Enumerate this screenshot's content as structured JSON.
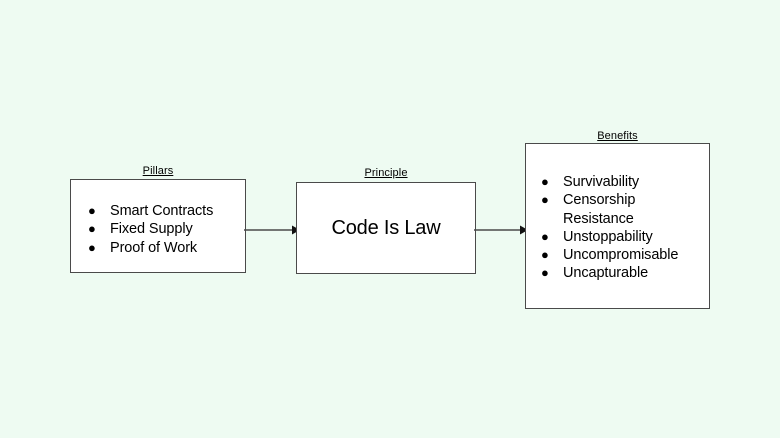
{
  "canvas": {
    "background_color": "#eefbf2",
    "box_fill_color": "#ffffff",
    "box_border_color": "#4a4a4a",
    "text_color": "#000000",
    "arrow_color": "#4a4a4a"
  },
  "nodes": {
    "pillars": {
      "label": "Pillars",
      "items": [
        "Smart Contracts",
        "Fixed Supply",
        "Proof of Work"
      ],
      "bullet_glyph": "●"
    },
    "principle": {
      "label": "Principle",
      "text": "Code Is Law"
    },
    "benefits": {
      "label": "Benefits",
      "items": [
        "Survivability",
        "Censorship\nResistance",
        "Unstoppability",
        "Uncompromisable",
        "Uncapturable"
      ],
      "bullet_glyph": "●"
    }
  },
  "connectors": [
    {
      "name": "pillars-to-principle",
      "from": "pillars",
      "to": "principle"
    },
    {
      "name": "principle-to-benefits",
      "from": "principle",
      "to": "benefits"
    }
  ]
}
